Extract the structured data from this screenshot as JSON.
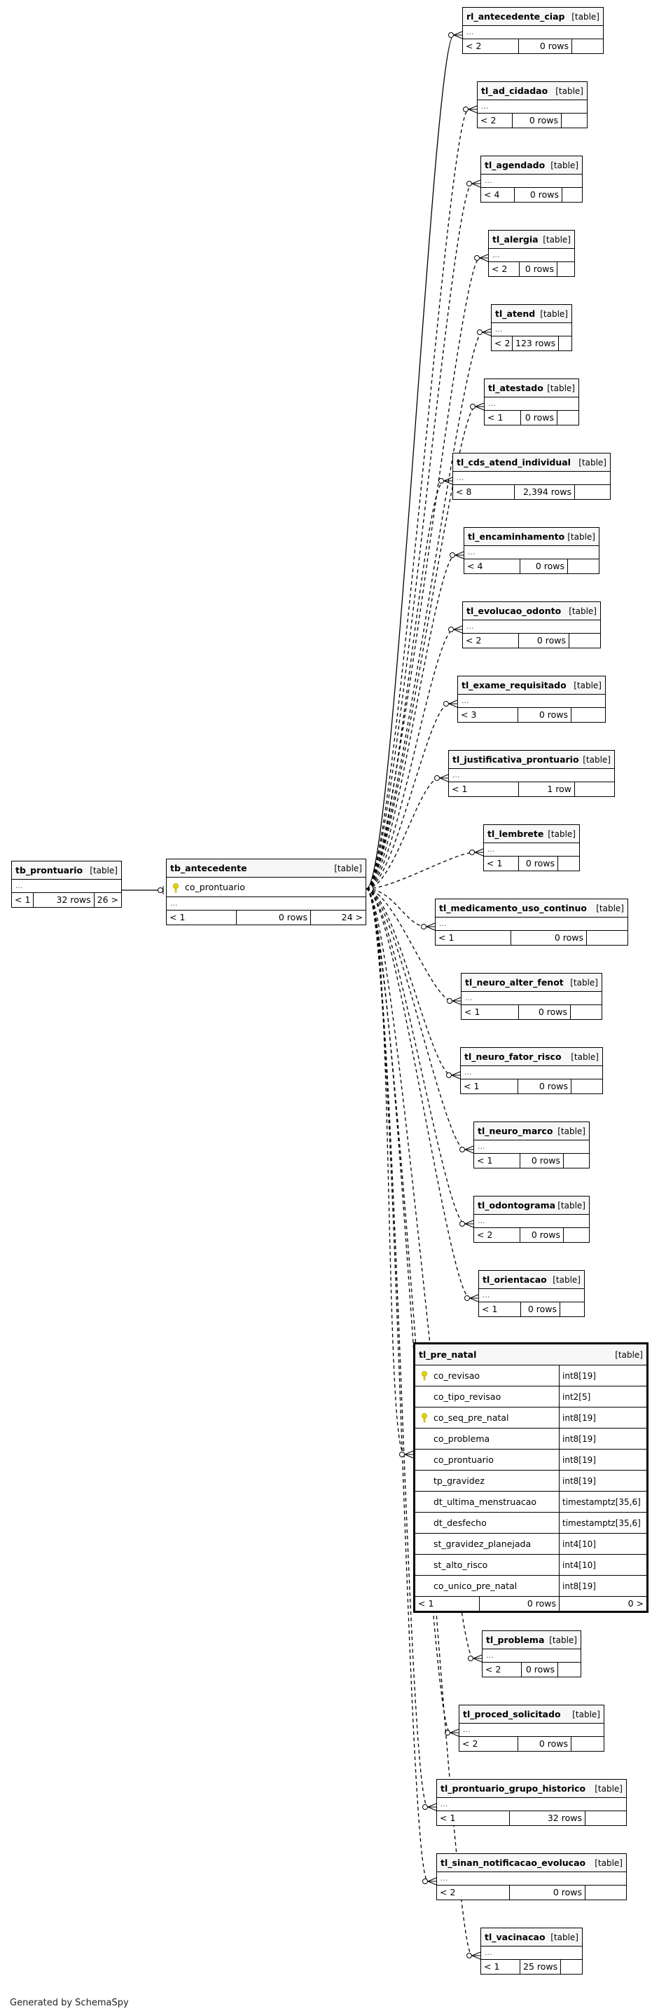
{
  "footer": "Generated by SchemaSpy",
  "main_table": {
    "name": "tb_antecedente",
    "kind": "[table]",
    "column": "co_prontuario",
    "rows_lt": "< 1",
    "rows": "0 rows",
    "children": "24 >"
  },
  "parent_table": {
    "name": "tb_prontuario",
    "kind": "[table]",
    "rows_lt": "< 1",
    "rows": "32 rows",
    "children": "26 >"
  },
  "pre_natal": {
    "name": "tl_pre_natal",
    "kind": "[table]",
    "columns": [
      {
        "name": "co_revisao",
        "type": "int8[19]",
        "key": true
      },
      {
        "name": "co_tipo_revisao",
        "type": "int2[5]",
        "key": false
      },
      {
        "name": "co_seq_pre_natal",
        "type": "int8[19]",
        "key": true
      },
      {
        "name": "co_problema",
        "type": "int8[19]",
        "key": false
      },
      {
        "name": "co_prontuario",
        "type": "int8[19]",
        "key": false
      },
      {
        "name": "tp_gravidez",
        "type": "int8[19]",
        "key": false
      },
      {
        "name": "dt_ultima_menstruacao",
        "type": "timestamptz[35,6]",
        "key": false
      },
      {
        "name": "dt_desfecho",
        "type": "timestamptz[35,6]",
        "key": false
      },
      {
        "name": "st_gravidez_planejada",
        "type": "int4[10]",
        "key": false
      },
      {
        "name": "st_alto_risco",
        "type": "int4[10]",
        "key": false
      },
      {
        "name": "co_unico_pre_natal",
        "type": "int8[19]",
        "key": false
      }
    ],
    "rows_lt": "< 1",
    "rows": "0 rows",
    "children": "0 >"
  },
  "tables": [
    {
      "name": "rl_antecedente_ciap",
      "kind": "[table]",
      "dots": "...",
      "rows_lt": "< 2",
      "rows": "0 rows",
      "edge": "solid"
    },
    {
      "name": "tl_ad_cidadao",
      "kind": "[table]",
      "dots": "...",
      "rows_lt": "< 2",
      "rows": "0 rows",
      "edge": "dashed"
    },
    {
      "name": "tl_agendado",
      "kind": "[table]",
      "dots": "...",
      "rows_lt": "< 4",
      "rows": "0 rows",
      "edge": "dashed"
    },
    {
      "name": "tl_alergia",
      "kind": "[table]",
      "dots": "...",
      "rows_lt": "< 2",
      "rows": "0 rows",
      "edge": "dashed"
    },
    {
      "name": "tl_atend",
      "kind": "[table]",
      "dots": "...",
      "rows_lt": "< 2",
      "rows": "123 rows",
      "edge": "dashed"
    },
    {
      "name": "tl_atestado",
      "kind": "[table]",
      "dots": "...",
      "rows_lt": "< 1",
      "rows": "0 rows",
      "edge": "dashed"
    },
    {
      "name": "tl_cds_atend_individual",
      "kind": "[table]",
      "dots": "...",
      "rows_lt": "< 8",
      "rows": "2,394 rows",
      "edge": "dashed"
    },
    {
      "name": "tl_encaminhamento",
      "kind": "[table]",
      "dots": "...",
      "rows_lt": "< 4",
      "rows": "0 rows",
      "edge": "dashed"
    },
    {
      "name": "tl_evolucao_odonto",
      "kind": "[table]",
      "dots": "...",
      "rows_lt": "< 2",
      "rows": "0 rows",
      "edge": "dashed"
    },
    {
      "name": "tl_exame_requisitado",
      "kind": "[table]",
      "dots": "...",
      "rows_lt": "< 3",
      "rows": "0 rows",
      "edge": "dashed"
    },
    {
      "name": "tl_justificativa_prontuario",
      "kind": "[table]",
      "dots": "...",
      "rows_lt": "< 1",
      "rows": "1 row",
      "edge": "dashed"
    },
    {
      "name": "tl_lembrete",
      "kind": "[table]",
      "dots": "...",
      "rows_lt": "< 1",
      "rows": "0 rows",
      "edge": "dashed"
    },
    {
      "name": "tl_medicamento_uso_continuo",
      "kind": "[table]",
      "dots": "...",
      "rows_lt": "< 1",
      "rows": "0 rows",
      "edge": "dashed"
    },
    {
      "name": "tl_neuro_alter_fenot",
      "kind": "[table]",
      "dots": "...",
      "rows_lt": "< 1",
      "rows": "0 rows",
      "edge": "dashed"
    },
    {
      "name": "tl_neuro_fator_risco",
      "kind": "[table]",
      "dots": "...",
      "rows_lt": "< 1",
      "rows": "0 rows",
      "edge": "dashed"
    },
    {
      "name": "tl_neuro_marco",
      "kind": "[table]",
      "dots": "...",
      "rows_lt": "< 1",
      "rows": "0 rows",
      "edge": "dashed"
    },
    {
      "name": "tl_odontograma",
      "kind": "[table]",
      "dots": "...",
      "rows_lt": "< 2",
      "rows": "0 rows",
      "edge": "dashed"
    },
    {
      "name": "tl_orientacao",
      "kind": "[table]",
      "dots": "...",
      "rows_lt": "< 1",
      "rows": "0 rows",
      "edge": "dashed"
    },
    {
      "name": "tl_problema",
      "kind": "[table]",
      "dots": "...",
      "rows_lt": "< 2",
      "rows": "0 rows",
      "edge": "dashed"
    },
    {
      "name": "tl_proced_solicitado",
      "kind": "[table]",
      "dots": "...",
      "rows_lt": "< 2",
      "rows": "0 rows",
      "edge": "dashed"
    },
    {
      "name": "tl_prontuario_grupo_historico",
      "kind": "[table]",
      "dots": "...",
      "rows_lt": "< 1",
      "rows": "32 rows",
      "edge": "dashed"
    },
    {
      "name": "tl_sinan_notificacao_evolucao",
      "kind": "[table]",
      "dots": "...",
      "rows_lt": "< 2",
      "rows": "0 rows",
      "edge": "dashed"
    },
    {
      "name": "tl_vacinacao",
      "kind": "[table]",
      "dots": "...",
      "rows_lt": "< 1",
      "rows": "25 rows",
      "edge": "dashed"
    }
  ]
}
